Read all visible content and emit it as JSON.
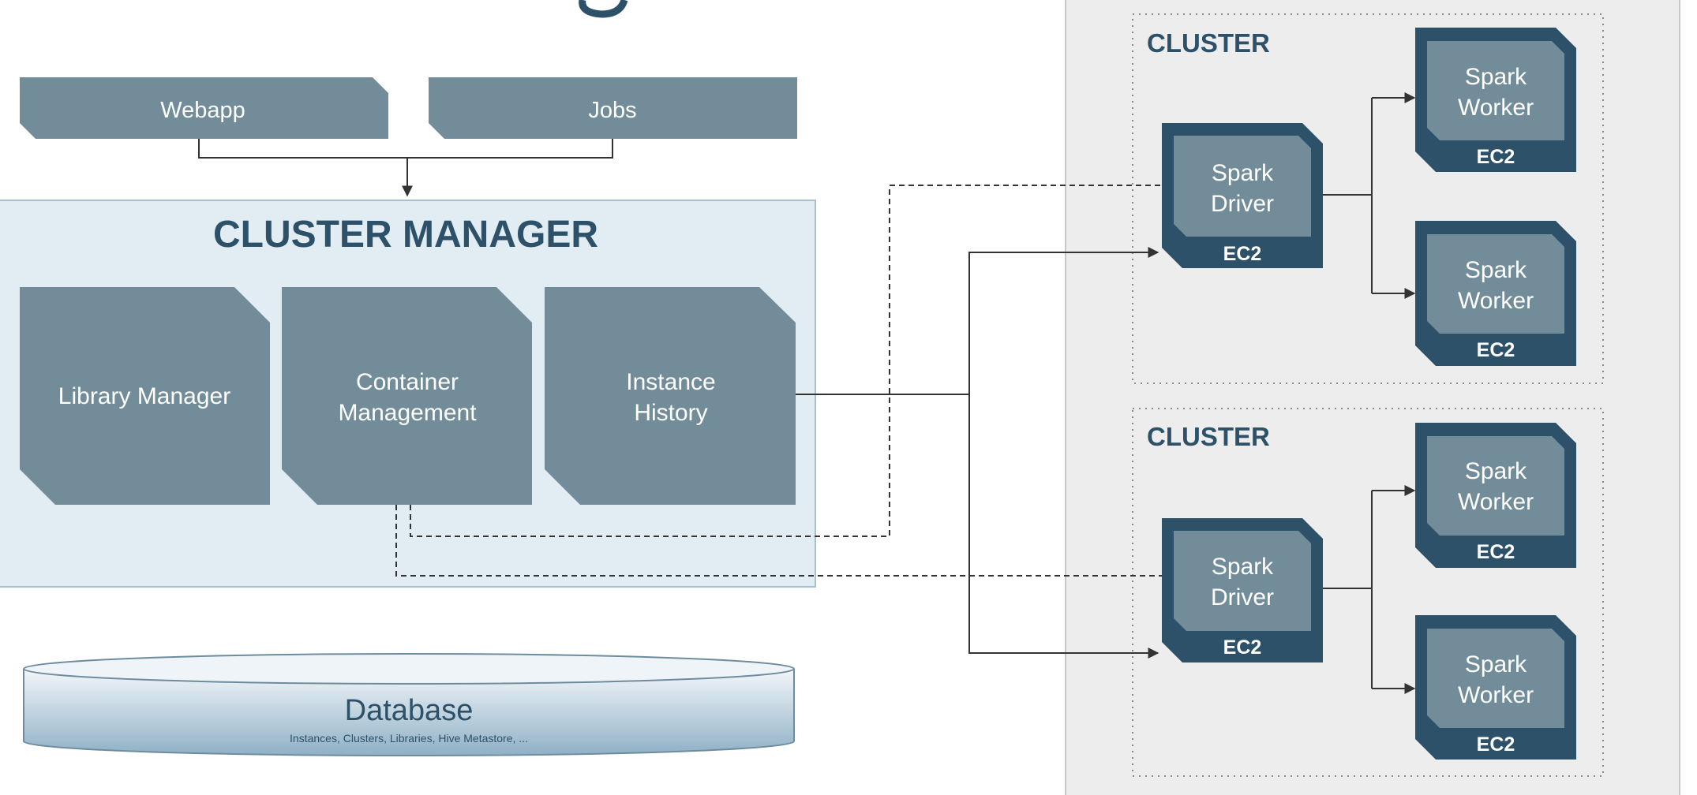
{
  "colors": {
    "slate": "#728d99",
    "dark_teal": "#2c5169",
    "inner_teal": "#728d99",
    "cm_bg": "#e2ecf3",
    "cm_border": "#a9c0cf",
    "cluster_bg": "#ededed",
    "title_color": "#2c5169",
    "line": "#333333"
  },
  "top_services": {
    "webapp": "Webapp",
    "jobs": "Jobs"
  },
  "cluster_manager": {
    "title": "CLUSTER MANAGER",
    "library_manager": "Library Manager",
    "container_management": {
      "line1": "Container",
      "line2": "Management"
    },
    "instance_history": {
      "line1": "Instance",
      "line2": "History"
    }
  },
  "database": {
    "title": "Database",
    "subtitle": "Instances, Clusters, Libraries, Hive Metastore, ..."
  },
  "clusters": [
    {
      "label": "CLUSTER",
      "driver": {
        "line1": "Spark",
        "line2": "Driver",
        "instance": "EC2"
      },
      "workers": [
        {
          "line1": "Spark",
          "line2": "Worker",
          "instance": "EC2"
        },
        {
          "line1": "Spark",
          "line2": "Worker",
          "instance": "EC2"
        }
      ]
    },
    {
      "label": "CLUSTER",
      "driver": {
        "line1": "Spark",
        "line2": "Driver",
        "instance": "EC2"
      },
      "workers": [
        {
          "line1": "Spark",
          "line2": "Worker",
          "instance": "EC2"
        },
        {
          "line1": "Spark",
          "line2": "Worker",
          "instance": "EC2"
        }
      ]
    }
  ]
}
